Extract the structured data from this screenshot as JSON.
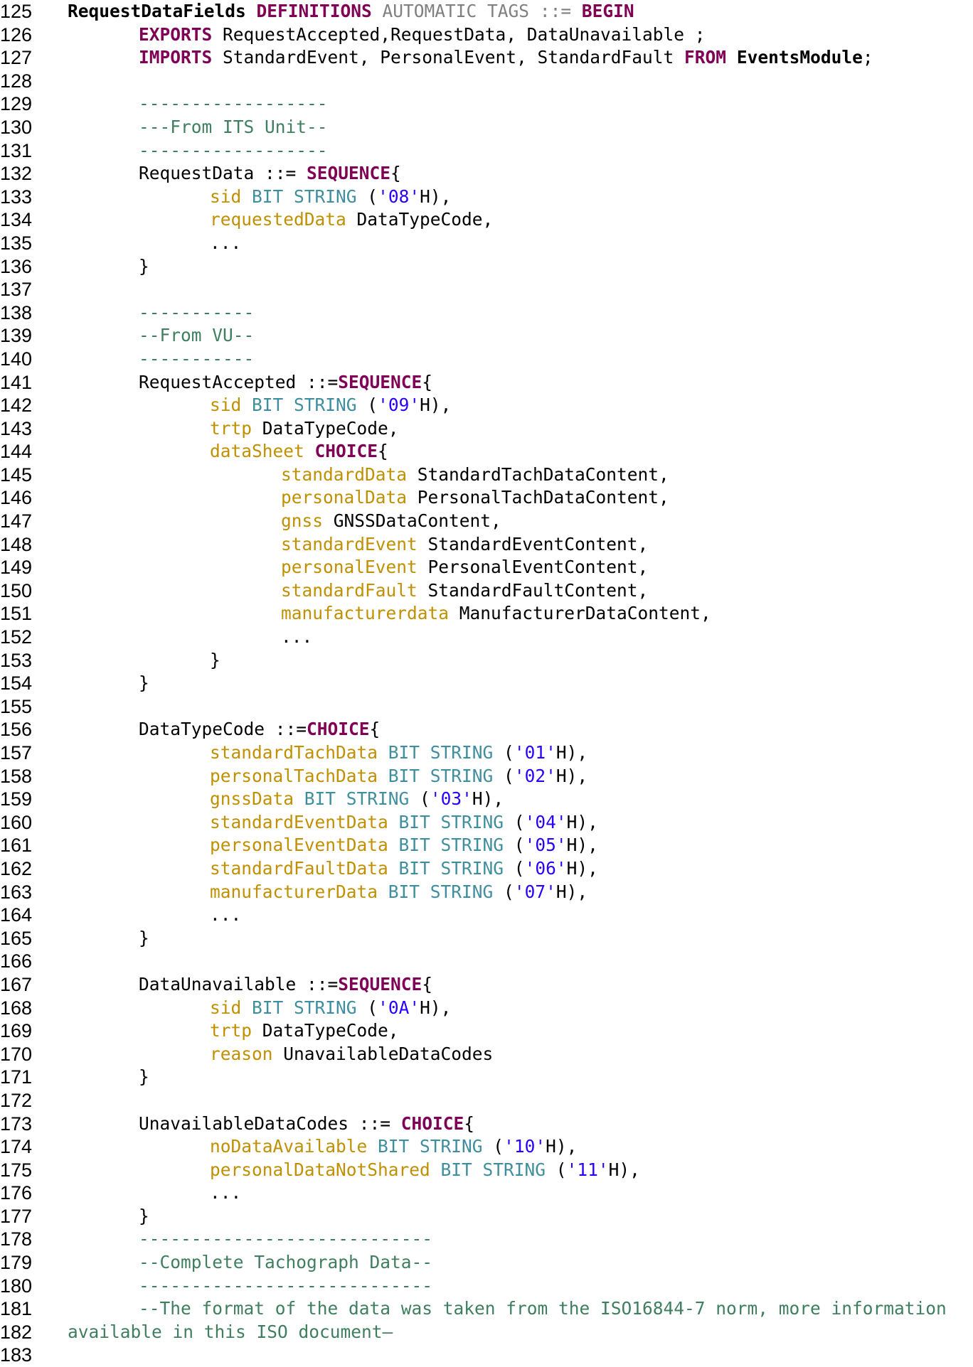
{
  "document": {
    "lines": [
      {
        "n": "125",
        "indent": 0,
        "tokens": [
          {
            "t": "RequestDataFields",
            "c": "kwb"
          },
          {
            "t": " ",
            "c": "pl"
          },
          {
            "t": "DEFINITIONS",
            "c": "kw"
          },
          {
            "t": " AUTOMATIC TAGS ",
            "c": "kwg"
          },
          {
            "t": "::= ",
            "c": "kwg"
          },
          {
            "t": "BEGIN",
            "c": "kw"
          }
        ]
      },
      {
        "n": "126",
        "indent": 1,
        "tokens": [
          {
            "t": "EXPORTS",
            "c": "kw"
          },
          {
            "t": " RequestAccepted,RequestData, DataUnavailable ;",
            "c": "pl"
          }
        ]
      },
      {
        "n": "127",
        "indent": 1,
        "tokens": [
          {
            "t": "IMPORTS",
            "c": "kw"
          },
          {
            "t": " StandardEvent, PersonalEvent, StandardFault ",
            "c": "pl"
          },
          {
            "t": "FROM",
            "c": "kw"
          },
          {
            "t": " ",
            "c": "pl"
          },
          {
            "t": "EventsModule",
            "c": "kwb"
          },
          {
            "t": ";",
            "c": "pl"
          }
        ]
      },
      {
        "n": "128",
        "indent": 0,
        "tokens": []
      },
      {
        "n": "129",
        "indent": 1,
        "tokens": [
          {
            "t": "------------------",
            "c": "cm"
          }
        ]
      },
      {
        "n": "130",
        "indent": 1,
        "tokens": [
          {
            "t": "---From ITS Unit--",
            "c": "cm"
          }
        ]
      },
      {
        "n": "131",
        "indent": 1,
        "tokens": [
          {
            "t": "------------------",
            "c": "cm"
          }
        ]
      },
      {
        "n": "132",
        "indent": 1,
        "tokens": [
          {
            "t": "RequestData ::= ",
            "c": "pl"
          },
          {
            "t": "SEQUENCE",
            "c": "kw"
          },
          {
            "t": "{",
            "c": "pl"
          }
        ]
      },
      {
        "n": "133",
        "indent": 2,
        "tokens": [
          {
            "t": "sid",
            "c": "fd"
          },
          {
            "t": " ",
            "c": "pl"
          },
          {
            "t": "BIT STRING",
            "c": "ty"
          },
          {
            "t": " (",
            "c": "pl"
          },
          {
            "t": "'08'",
            "c": "st"
          },
          {
            "t": "H),",
            "c": "pl"
          }
        ]
      },
      {
        "n": "134",
        "indent": 2,
        "tokens": [
          {
            "t": "requestedData",
            "c": "fd"
          },
          {
            "t": " DataTypeCode,",
            "c": "pl"
          }
        ]
      },
      {
        "n": "135",
        "indent": 2,
        "tokens": [
          {
            "t": "...",
            "c": "pl"
          }
        ]
      },
      {
        "n": "136",
        "indent": 1,
        "tokens": [
          {
            "t": "}",
            "c": "pl"
          }
        ]
      },
      {
        "n": "137",
        "indent": 0,
        "tokens": []
      },
      {
        "n": "138",
        "indent": 1,
        "tokens": [
          {
            "t": "-----------",
            "c": "cm"
          }
        ]
      },
      {
        "n": "139",
        "indent": 1,
        "tokens": [
          {
            "t": "--From VU--",
            "c": "cm"
          }
        ]
      },
      {
        "n": "140",
        "indent": 1,
        "tokens": [
          {
            "t": "-----------",
            "c": "cm"
          }
        ]
      },
      {
        "n": "141",
        "indent": 1,
        "tokens": [
          {
            "t": "RequestAccepted ::=",
            "c": "pl"
          },
          {
            "t": "SEQUENCE",
            "c": "kw"
          },
          {
            "t": "{",
            "c": "pl"
          }
        ]
      },
      {
        "n": "142",
        "indent": 2,
        "tokens": [
          {
            "t": "sid",
            "c": "fd"
          },
          {
            "t": " ",
            "c": "pl"
          },
          {
            "t": "BIT STRING",
            "c": "ty"
          },
          {
            "t": " (",
            "c": "pl"
          },
          {
            "t": "'09'",
            "c": "st"
          },
          {
            "t": "H),",
            "c": "pl"
          }
        ]
      },
      {
        "n": "143",
        "indent": 2,
        "tokens": [
          {
            "t": "trtp",
            "c": "fd"
          },
          {
            "t": " DataTypeCode,",
            "c": "pl"
          }
        ]
      },
      {
        "n": "144",
        "indent": 2,
        "tokens": [
          {
            "t": "dataSheet",
            "c": "fd"
          },
          {
            "t": " ",
            "c": "pl"
          },
          {
            "t": "CHOICE",
            "c": "kw"
          },
          {
            "t": "{",
            "c": "pl"
          }
        ]
      },
      {
        "n": "145",
        "indent": 3,
        "tokens": [
          {
            "t": "standardData",
            "c": "fd"
          },
          {
            "t": " StandardTachDataContent,",
            "c": "pl"
          }
        ]
      },
      {
        "n": "146",
        "indent": 3,
        "tokens": [
          {
            "t": "personalData",
            "c": "fd"
          },
          {
            "t": " PersonalTachDataContent,",
            "c": "pl"
          }
        ]
      },
      {
        "n": "147",
        "indent": 3,
        "tokens": [
          {
            "t": "gnss",
            "c": "fd"
          },
          {
            "t": " GNSSDataContent,",
            "c": "pl"
          }
        ]
      },
      {
        "n": "148",
        "indent": 3,
        "tokens": [
          {
            "t": "standardEvent",
            "c": "fd"
          },
          {
            "t": " StandardEventContent,",
            "c": "pl"
          }
        ]
      },
      {
        "n": "149",
        "indent": 3,
        "tokens": [
          {
            "t": "personalEvent",
            "c": "fd"
          },
          {
            "t": " PersonalEventContent,",
            "c": "pl"
          }
        ]
      },
      {
        "n": "150",
        "indent": 3,
        "tokens": [
          {
            "t": "standardFault",
            "c": "fd"
          },
          {
            "t": " StandardFaultContent,",
            "c": "pl"
          }
        ]
      },
      {
        "n": "151",
        "indent": 3,
        "tokens": [
          {
            "t": "manufacturerdata",
            "c": "fd"
          },
          {
            "t": " ManufacturerDataContent,",
            "c": "pl"
          }
        ]
      },
      {
        "n": "152",
        "indent": 3,
        "tokens": [
          {
            "t": "...",
            "c": "pl"
          }
        ]
      },
      {
        "n": "153",
        "indent": 2,
        "tokens": [
          {
            "t": "}",
            "c": "pl"
          }
        ]
      },
      {
        "n": "154",
        "indent": 1,
        "tokens": [
          {
            "t": "}",
            "c": "pl"
          }
        ]
      },
      {
        "n": "155",
        "indent": 0,
        "tokens": []
      },
      {
        "n": "156",
        "indent": 1,
        "tokens": [
          {
            "t": "DataTypeCode ::=",
            "c": "pl"
          },
          {
            "t": "CHOICE",
            "c": "kw"
          },
          {
            "t": "{",
            "c": "pl"
          }
        ]
      },
      {
        "n": "157",
        "indent": 2,
        "tokens": [
          {
            "t": "standardTachData",
            "c": "fd"
          },
          {
            "t": " ",
            "c": "pl"
          },
          {
            "t": "BIT STRING",
            "c": "ty"
          },
          {
            "t": " (",
            "c": "pl"
          },
          {
            "t": "'01'",
            "c": "st"
          },
          {
            "t": "H),",
            "c": "pl"
          }
        ]
      },
      {
        "n": "158",
        "indent": 2,
        "tokens": [
          {
            "t": "personalTachData",
            "c": "fd"
          },
          {
            "t": " ",
            "c": "pl"
          },
          {
            "t": "BIT STRING",
            "c": "ty"
          },
          {
            "t": " (",
            "c": "pl"
          },
          {
            "t": "'02'",
            "c": "st"
          },
          {
            "t": "H),",
            "c": "pl"
          }
        ]
      },
      {
        "n": "159",
        "indent": 2,
        "tokens": [
          {
            "t": "gnssData",
            "c": "fd"
          },
          {
            "t": " ",
            "c": "pl"
          },
          {
            "t": "BIT STRING",
            "c": "ty"
          },
          {
            "t": " (",
            "c": "pl"
          },
          {
            "t": "'03'",
            "c": "st"
          },
          {
            "t": "H),",
            "c": "pl"
          }
        ]
      },
      {
        "n": "160",
        "indent": 2,
        "tokens": [
          {
            "t": "standardEventData",
            "c": "fd"
          },
          {
            "t": " ",
            "c": "pl"
          },
          {
            "t": "BIT STRING",
            "c": "ty"
          },
          {
            "t": " (",
            "c": "pl"
          },
          {
            "t": "'04'",
            "c": "st"
          },
          {
            "t": "H),",
            "c": "pl"
          }
        ]
      },
      {
        "n": "161",
        "indent": 2,
        "tokens": [
          {
            "t": "personalEventData",
            "c": "fd"
          },
          {
            "t": " ",
            "c": "pl"
          },
          {
            "t": "BIT STRING",
            "c": "ty"
          },
          {
            "t": " (",
            "c": "pl"
          },
          {
            "t": "'05'",
            "c": "st"
          },
          {
            "t": "H),",
            "c": "pl"
          }
        ]
      },
      {
        "n": "162",
        "indent": 2,
        "tokens": [
          {
            "t": "standardFaultData",
            "c": "fd"
          },
          {
            "t": " ",
            "c": "pl"
          },
          {
            "t": "BIT STRING",
            "c": "ty"
          },
          {
            "t": " (",
            "c": "pl"
          },
          {
            "t": "'06'",
            "c": "st"
          },
          {
            "t": "H),",
            "c": "pl"
          }
        ]
      },
      {
        "n": "163",
        "indent": 2,
        "tokens": [
          {
            "t": "manufacturerData",
            "c": "fd"
          },
          {
            "t": " ",
            "c": "pl"
          },
          {
            "t": "BIT STRING",
            "c": "ty"
          },
          {
            "t": " (",
            "c": "pl"
          },
          {
            "t": "'07'",
            "c": "st"
          },
          {
            "t": "H),",
            "c": "pl"
          }
        ]
      },
      {
        "n": "164",
        "indent": 2,
        "tokens": [
          {
            "t": "...",
            "c": "pl"
          }
        ]
      },
      {
        "n": "165",
        "indent": 1,
        "tokens": [
          {
            "t": "}",
            "c": "pl"
          }
        ]
      },
      {
        "n": "166",
        "indent": 0,
        "tokens": []
      },
      {
        "n": "167",
        "indent": 1,
        "tokens": [
          {
            "t": "DataUnavailable ::=",
            "c": "pl"
          },
          {
            "t": "SEQUENCE",
            "c": "kw"
          },
          {
            "t": "{",
            "c": "pl"
          }
        ]
      },
      {
        "n": "168",
        "indent": 2,
        "tokens": [
          {
            "t": "sid",
            "c": "fd"
          },
          {
            "t": " ",
            "c": "pl"
          },
          {
            "t": "BIT STRING",
            "c": "ty"
          },
          {
            "t": " (",
            "c": "pl"
          },
          {
            "t": "'0A'",
            "c": "st"
          },
          {
            "t": "H),",
            "c": "pl"
          }
        ]
      },
      {
        "n": "169",
        "indent": 2,
        "tokens": [
          {
            "t": "trtp",
            "c": "fd"
          },
          {
            "t": " DataTypeCode,",
            "c": "pl"
          }
        ]
      },
      {
        "n": "170",
        "indent": 2,
        "tokens": [
          {
            "t": "reason",
            "c": "fd"
          },
          {
            "t": " UnavailableDataCodes",
            "c": "pl"
          }
        ]
      },
      {
        "n": "171",
        "indent": 1,
        "tokens": [
          {
            "t": "}",
            "c": "pl"
          }
        ]
      },
      {
        "n": "172",
        "indent": 0,
        "tokens": []
      },
      {
        "n": "173",
        "indent": 1,
        "tokens": [
          {
            "t": "UnavailableDataCodes ::= ",
            "c": "pl"
          },
          {
            "t": "CHOICE",
            "c": "kw"
          },
          {
            "t": "{",
            "c": "pl"
          }
        ]
      },
      {
        "n": "174",
        "indent": 2,
        "tokens": [
          {
            "t": "noDataAvailable",
            "c": "fd"
          },
          {
            "t": " ",
            "c": "pl"
          },
          {
            "t": "BIT STRING",
            "c": "ty"
          },
          {
            "t": " (",
            "c": "pl"
          },
          {
            "t": "'10'",
            "c": "st"
          },
          {
            "t": "H),",
            "c": "pl"
          }
        ]
      },
      {
        "n": "175",
        "indent": 2,
        "tokens": [
          {
            "t": "personalDataNotShared",
            "c": "fd"
          },
          {
            "t": " ",
            "c": "pl"
          },
          {
            "t": "BIT STRING",
            "c": "ty"
          },
          {
            "t": " (",
            "c": "pl"
          },
          {
            "t": "'11'",
            "c": "st"
          },
          {
            "t": "H),",
            "c": "pl"
          }
        ]
      },
      {
        "n": "176",
        "indent": 2,
        "tokens": [
          {
            "t": "...",
            "c": "pl"
          }
        ]
      },
      {
        "n": "177",
        "indent": 1,
        "tokens": [
          {
            "t": "}",
            "c": "pl"
          }
        ]
      },
      {
        "n": "178",
        "indent": 1,
        "tokens": [
          {
            "t": "----------------------------",
            "c": "cm"
          }
        ]
      },
      {
        "n": "179",
        "indent": 1,
        "tokens": [
          {
            "t": "--Complete Tachograph Data--",
            "c": "cm"
          }
        ]
      },
      {
        "n": "180",
        "indent": 1,
        "tokens": [
          {
            "t": "----------------------------",
            "c": "cm"
          }
        ]
      },
      {
        "n": "181",
        "indent": 1,
        "tokens": [
          {
            "t": "--The format of the data was taken from the ISO16844-7 norm, more information",
            "c": "cm"
          }
        ]
      },
      {
        "n": "182",
        "indent": 0,
        "tokens": [
          {
            "t": "available in this ISO document–",
            "c": "cm"
          }
        ]
      },
      {
        "n": "183",
        "indent": 0,
        "tokens": []
      }
    ]
  }
}
